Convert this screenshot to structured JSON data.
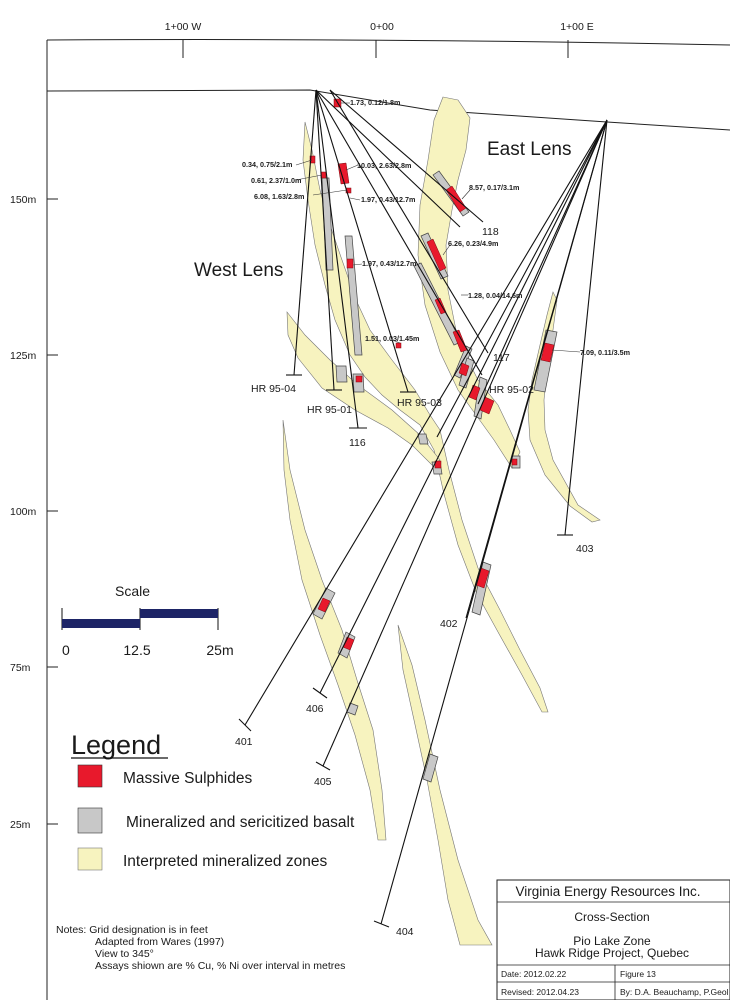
{
  "grid": {
    "top_labels": [
      "1+00 W",
      "0+00",
      "1+00 E"
    ],
    "left_labels": [
      "150m",
      "125m",
      "100m",
      "75m",
      "25m"
    ]
  },
  "lenses": {
    "west": "West Lens",
    "east": "East Lens"
  },
  "drill_holes": [
    "HR 95-04",
    "HR 95-01",
    "116",
    "HR 95-03",
    "118",
    "117",
    "HR 95-02",
    "403",
    "402",
    "406",
    "401",
    "405",
    "404"
  ],
  "assays": [
    "1.73, 0.12/1.8m",
    "0.34, 0.75/2.1m",
    "10.03, 2.63/2.8m",
    "0.61, 2.37/1.0m",
    "6.08, 1.63/2.8m",
    "1.97, 0.43/12.7m",
    "8.57, 0.17/3.1m",
    "6.26, 0.23/4.9m",
    "1.97, 0.43/12.7m",
    "1.28, 0.04/14.6m",
    "1.51, 0.03/1.45m",
    "7.09, 0.11/3.5m"
  ],
  "scale": {
    "title": "Scale",
    "ticks": [
      "0",
      "12.5",
      "25m"
    ]
  },
  "legend": {
    "title": "Legend",
    "items": [
      {
        "label": "Massive Sulphides",
        "color": "#e8192c"
      },
      {
        "label": "Mineralized and sericitized basalt",
        "color": "#c8c8c8"
      },
      {
        "label": "Interpreted mineralized zones",
        "color": "#f7f3bf"
      }
    ]
  },
  "notes": {
    "line1": "Notes: Grid designation is in feet",
    "line2": "Adapted from Wares (1997)",
    "line3": "View to 345°",
    "line4": "Assays shiown are % Cu, % Ni over interval in metres"
  },
  "title_block": {
    "company": "Virginia Energy Resources Inc.",
    "doc_type": "Cross-Section",
    "zone": "Pio Lake Zone",
    "project": "Hawk Ridge Project, Quebec",
    "date": "Date: 2012.02.22",
    "figure": "Figure 13",
    "revised": "Revised: 2012.04.23",
    "author": "By: D.A. Beauchamp, P.Geol"
  },
  "colors": {
    "zone": "#f7f3bf",
    "sulphide": "#e8192c",
    "basalt": "#c8c8c8",
    "scale_bar": "#1d2466"
  }
}
